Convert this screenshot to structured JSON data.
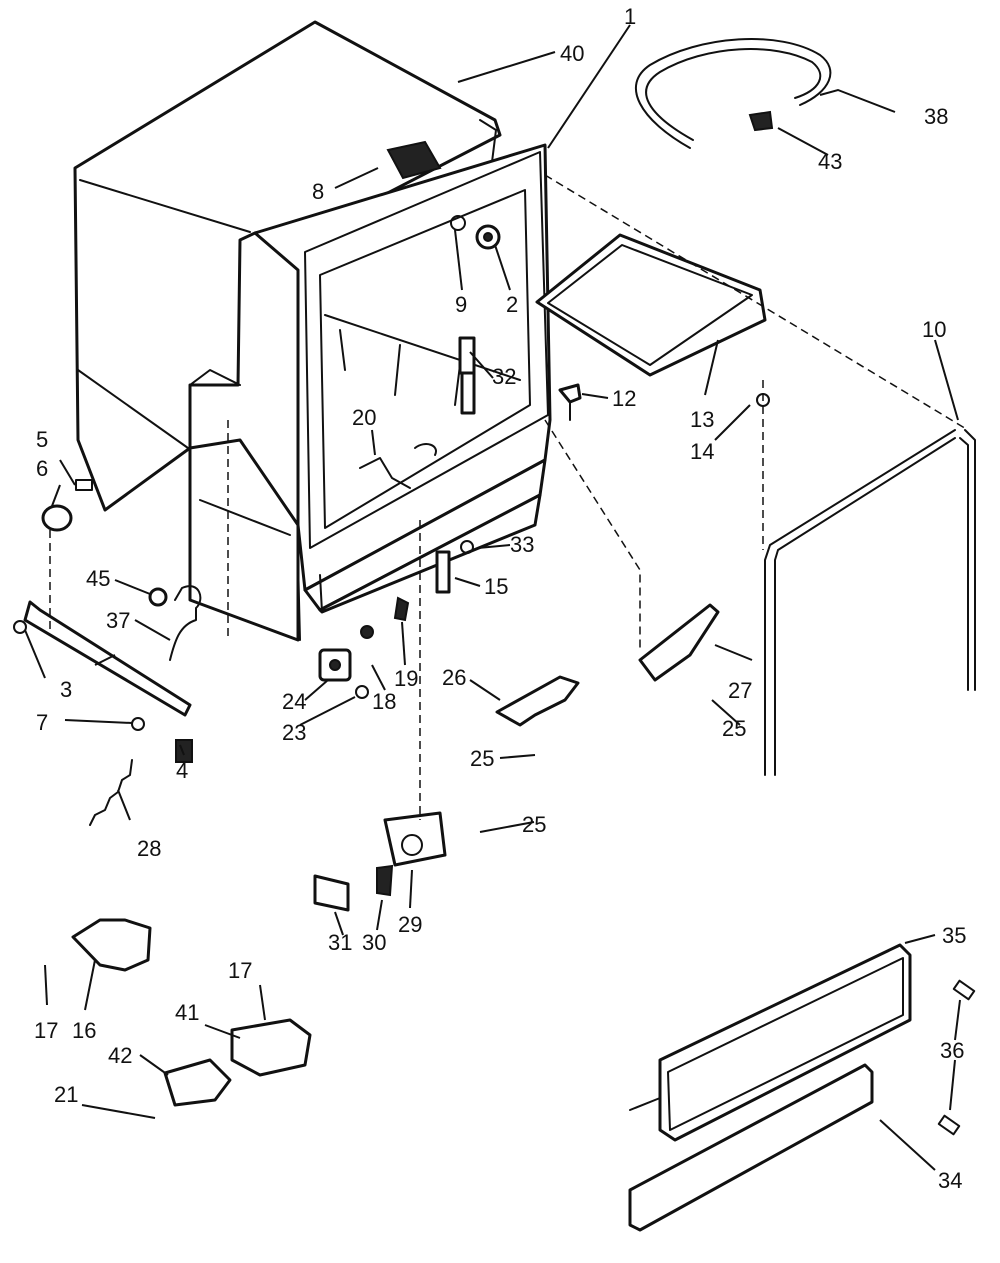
{
  "diagram": {
    "callouts": [
      {
        "id": "1",
        "label": "1"
      },
      {
        "id": "2",
        "label": "2"
      },
      {
        "id": "3",
        "label": "3"
      },
      {
        "id": "4",
        "label": "4"
      },
      {
        "id": "5",
        "label": "5"
      },
      {
        "id": "6",
        "label": "6"
      },
      {
        "id": "7",
        "label": "7"
      },
      {
        "id": "7b",
        "label": "7"
      },
      {
        "id": "8",
        "label": "8"
      },
      {
        "id": "9",
        "label": "9"
      },
      {
        "id": "10",
        "label": "10"
      },
      {
        "id": "12",
        "label": "12"
      },
      {
        "id": "13",
        "label": "13"
      },
      {
        "id": "14",
        "label": "14"
      },
      {
        "id": "15",
        "label": "15"
      },
      {
        "id": "16",
        "label": "16"
      },
      {
        "id": "17",
        "label": "17"
      },
      {
        "id": "17b",
        "label": "17"
      },
      {
        "id": "18",
        "label": "18"
      },
      {
        "id": "19",
        "label": "19"
      },
      {
        "id": "20",
        "label": "20"
      },
      {
        "id": "21",
        "label": "21"
      },
      {
        "id": "23",
        "label": "23"
      },
      {
        "id": "24",
        "label": "24"
      },
      {
        "id": "25",
        "label": "25"
      },
      {
        "id": "25b",
        "label": "25"
      },
      {
        "id": "25c",
        "label": "25"
      },
      {
        "id": "26",
        "label": "26"
      },
      {
        "id": "27",
        "label": "27"
      },
      {
        "id": "28",
        "label": "28"
      },
      {
        "id": "29",
        "label": "29"
      },
      {
        "id": "30",
        "label": "30"
      },
      {
        "id": "31",
        "label": "31"
      },
      {
        "id": "32",
        "label": "32"
      },
      {
        "id": "33",
        "label": "33"
      },
      {
        "id": "34",
        "label": "34"
      },
      {
        "id": "35",
        "label": "35"
      },
      {
        "id": "36",
        "label": "36"
      },
      {
        "id": "37",
        "label": "37"
      },
      {
        "id": "38",
        "label": "38"
      },
      {
        "id": "40",
        "label": "40"
      },
      {
        "id": "41",
        "label": "41"
      },
      {
        "id": "42",
        "label": "42"
      },
      {
        "id": "43",
        "label": "43"
      },
      {
        "id": "45",
        "label": "45"
      }
    ]
  }
}
